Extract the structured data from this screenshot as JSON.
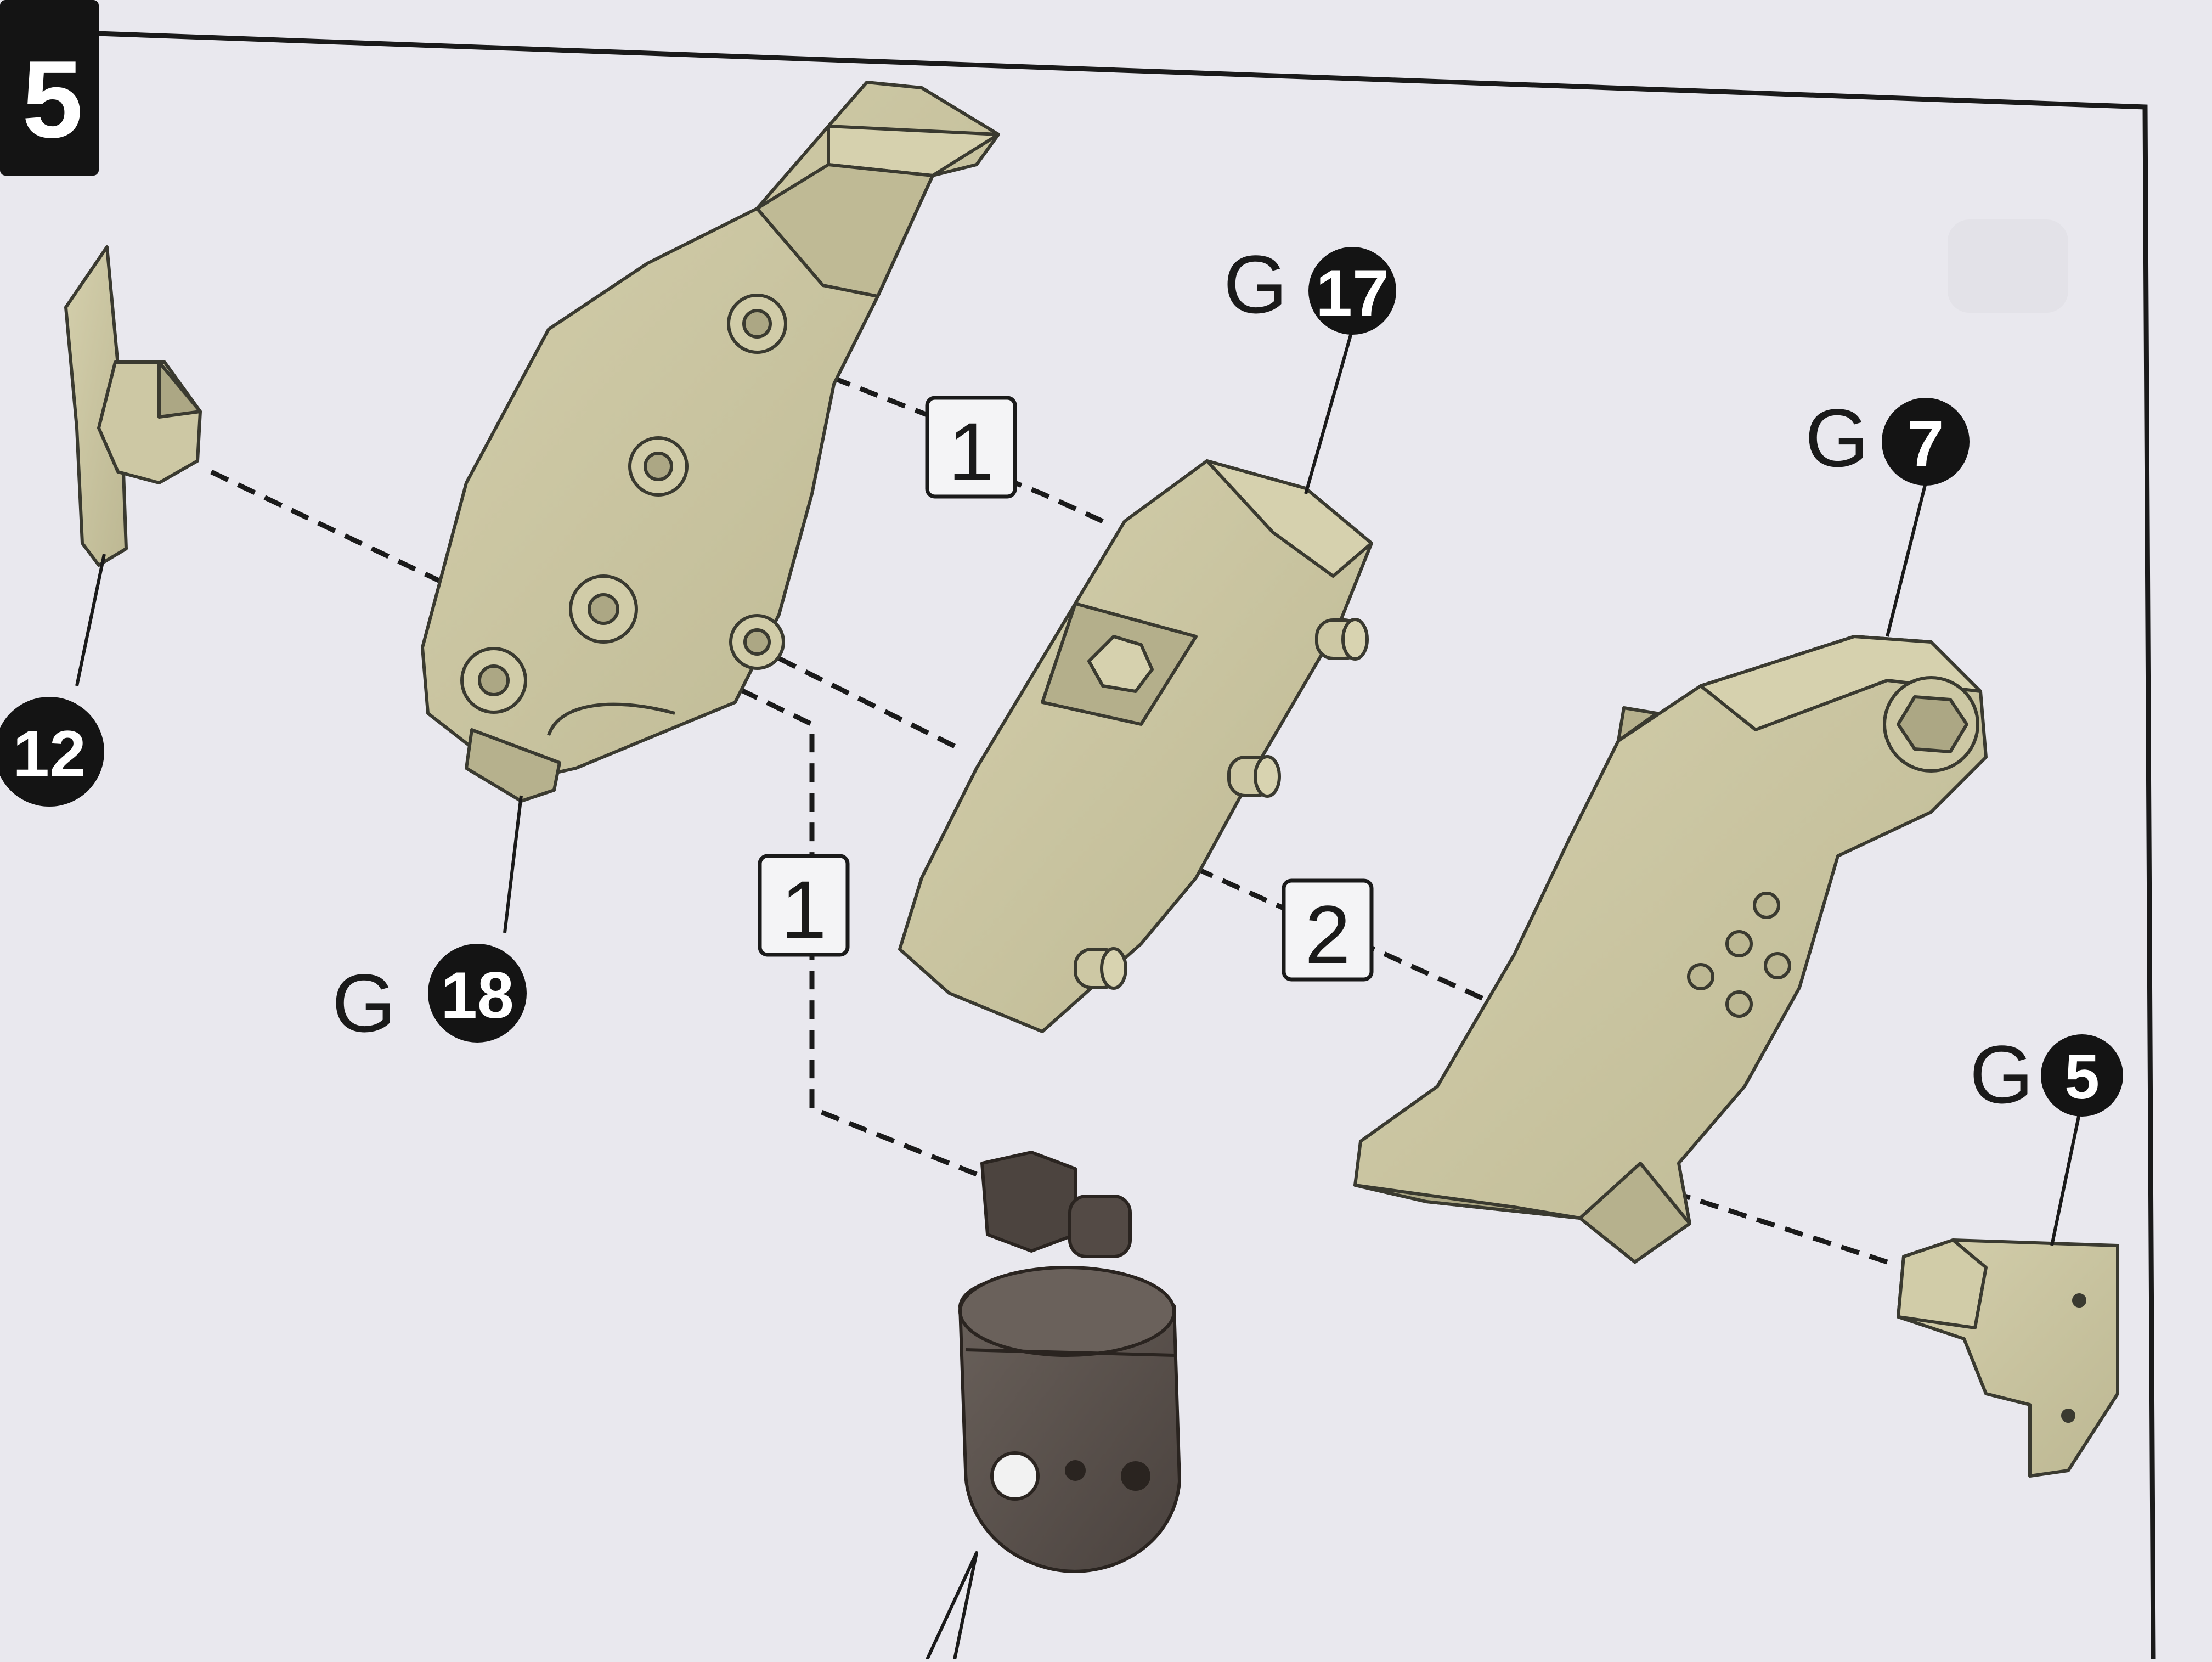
{
  "step": {
    "number": "5"
  },
  "labels": {
    "g17": {
      "letter": "G",
      "number": "17"
    },
    "g7": {
      "letter": "G",
      "number": "7"
    },
    "g18": {
      "letter": "G",
      "number": "18"
    },
    "g5": {
      "letter": "G",
      "number": "5"
    },
    "p12": {
      "number": "12"
    }
  },
  "order_markers": {
    "top": "1",
    "middle": "1",
    "right": "2"
  },
  "colors": {
    "paper": "#e9e8ee",
    "part_fill": "#c9c4a0",
    "part_shade": "#aca784",
    "part_dark": "#7f7b5c",
    "outline": "#3a3a30",
    "bubble": "#141414",
    "dark_part": "#5b524d",
    "dark_part_shade": "#463e3a"
  }
}
